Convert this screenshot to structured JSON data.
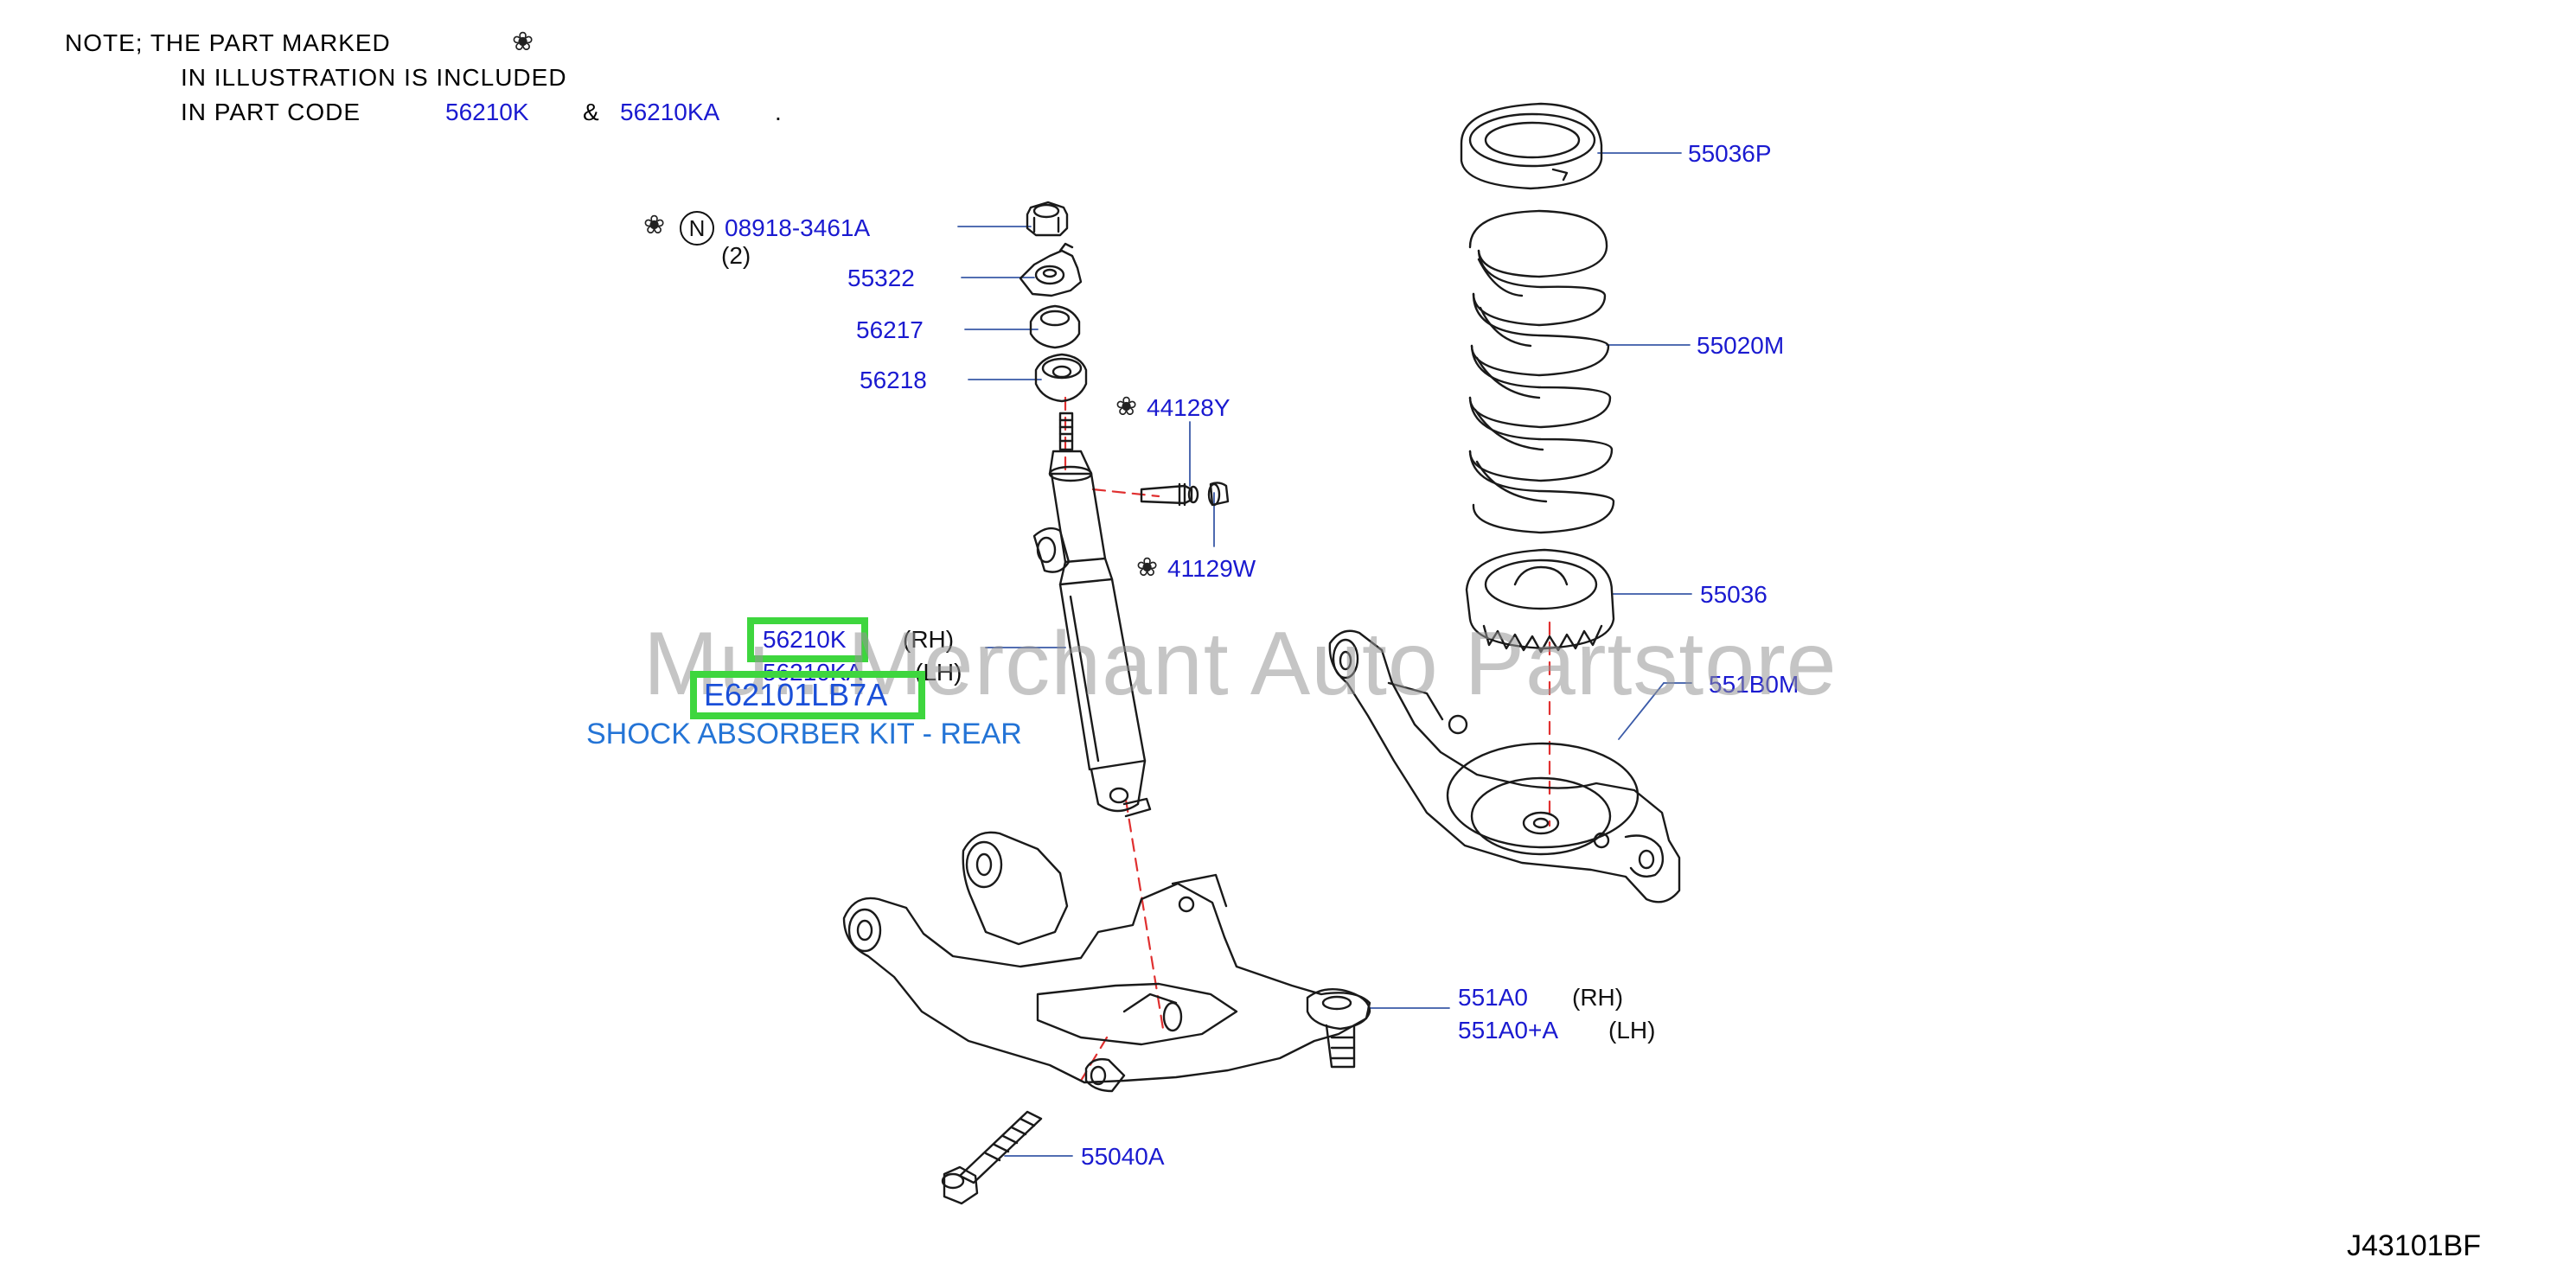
{
  "note": {
    "line1": "NOTE;   THE   PART   MARKED",
    "line2": "IN   ILLUSTRATION   IS   INCLUDED",
    "line3": "IN   PART   CODE",
    "code_a": "56210K",
    "amp": "&",
    "code_b": "56210KA",
    "dot": ".",
    "marker_icon": "asterisk-snowflake-icon"
  },
  "parts": {
    "p08918": "08918-3461A",
    "p08918_qty": "(2)",
    "p08918_prefix": "N",
    "p55322": "55322",
    "p56217": "56217",
    "p56218": "56218",
    "p44128Y": "44128Y",
    "p41129W": "41129W",
    "p56210K": "56210K",
    "p56210K_side": "(RH)",
    "p56210KA": "56210KA",
    "p56210KA_side": "(LH)",
    "p55036P": "55036P",
    "p55020M": "55020M",
    "p55036": "55036",
    "p551B0M": "551B0M",
    "p551A0": "551A0",
    "p551A0_side": "(RH)",
    "p551A0A": "551A0+A",
    "p551A0A_side": "(LH)",
    "p55040A": "55040A"
  },
  "kit": {
    "part_number": "E62101LB7A",
    "title": "SHOCK ABSORBER KIT - REAR"
  },
  "watermark": "Mu...Merchant Auto Partstore",
  "diagram_code": "J43101BF",
  "colors": {
    "part_number_blue": "#1a1ad0",
    "kit_title_blue": "#2474d6",
    "highlight_green": "#3ed63e",
    "centerline_red": "#e03030"
  }
}
